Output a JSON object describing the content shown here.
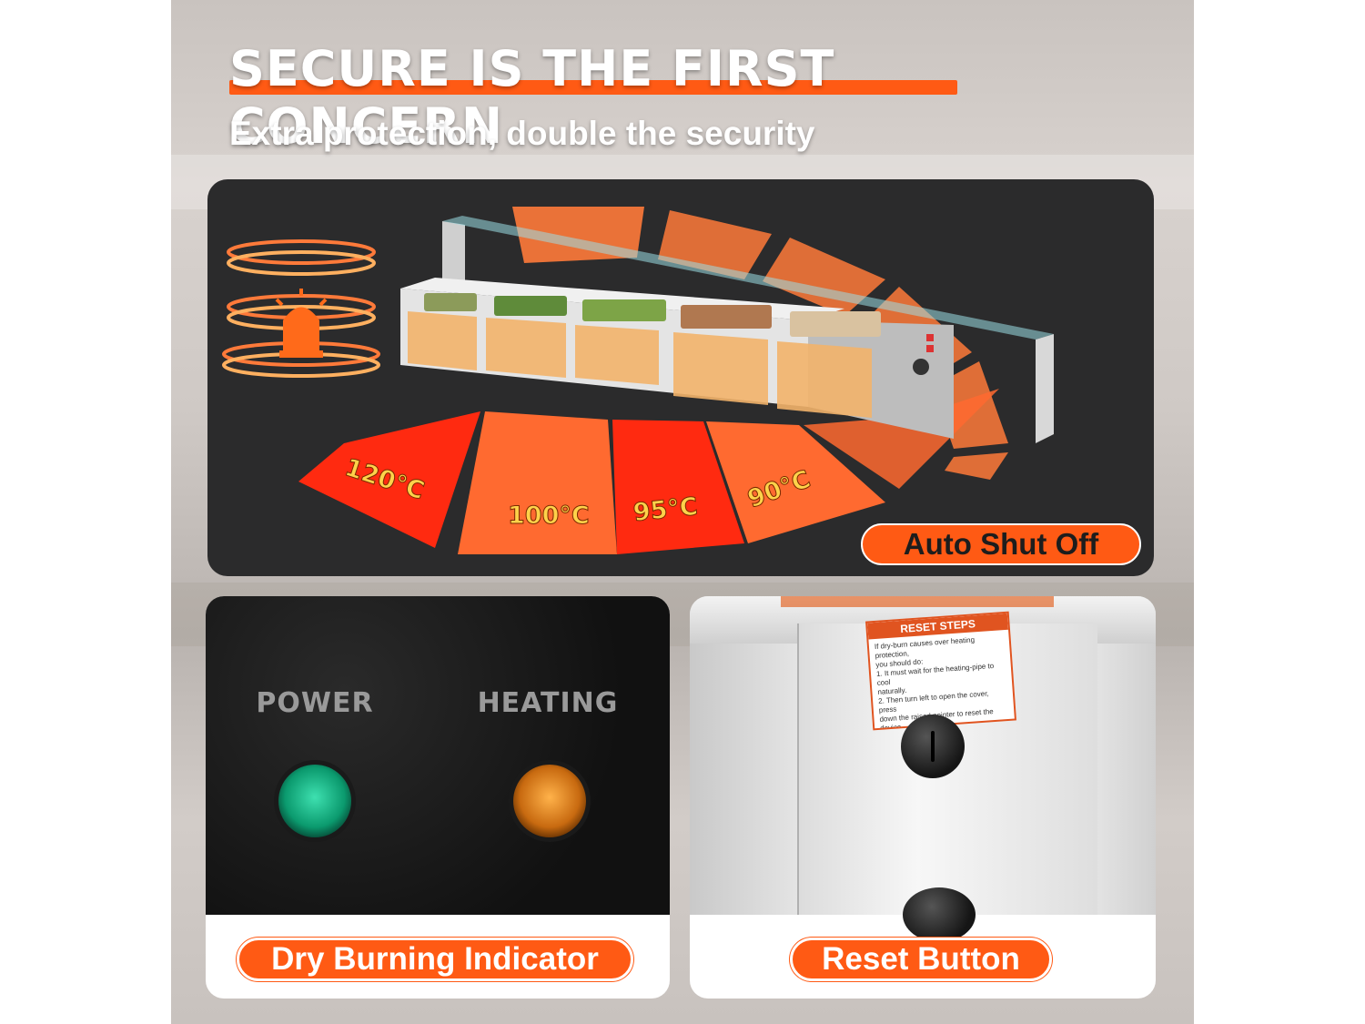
{
  "headline": "SECURE IS THE FIRST CONCERN",
  "subheadline": "Extra protection, double the security",
  "hero": {
    "temperatures": [
      "120°C",
      "100°C",
      "95°C",
      "90°C"
    ],
    "badge": "Auto Shut Off"
  },
  "indicators": {
    "power_label": "POWER",
    "heating_label": "HEATING",
    "caption": "Dry Burning Indicator"
  },
  "reset": {
    "sticker_title": "RESET STEPS",
    "sticker_lines": [
      "If dry-burn causes over heating protection,",
      "you should do:",
      "1. It must wait for the heating-pipe to cool",
      "naturally.",
      "2. Then turn left to open the cover, press",
      "down the raised pointer to reset the device."
    ],
    "caption": "Reset Button"
  },
  "colors": {
    "accent": "#ff5a14",
    "panel_dark": "#2b2b2c",
    "temp_text": "#ffd24a"
  }
}
